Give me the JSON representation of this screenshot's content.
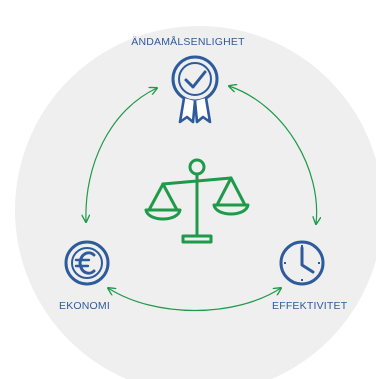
{
  "diagram": {
    "nodes": [
      {
        "id": "top",
        "label": "ÄNDAMÅLSENLIGHET",
        "icon": "award-ribbon-check-icon"
      },
      {
        "id": "left",
        "label": "EKONOMI",
        "icon": "euro-coin-icon"
      },
      {
        "id": "right",
        "label": "EFFEKTIVITET",
        "icon": "clock-icon"
      }
    ],
    "center_icon": "balance-scale-icon",
    "colors": {
      "background_circle": "#efefef",
      "blue": "#2e5b9c",
      "green": "#1f9a4a"
    }
  }
}
